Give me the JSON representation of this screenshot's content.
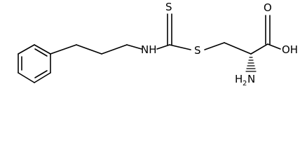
{
  "molecule": {
    "atoms": {
      "sulfur_thione": "S",
      "amine_nh": "NH",
      "sulfur_thioether": "S",
      "carboxyl_o": "O",
      "carboxyl_oh": "OH",
      "amino_h": "H",
      "amino_subscript": "2",
      "amino_n": "N"
    },
    "bond_color": "#000000",
    "background": "#ffffff"
  }
}
